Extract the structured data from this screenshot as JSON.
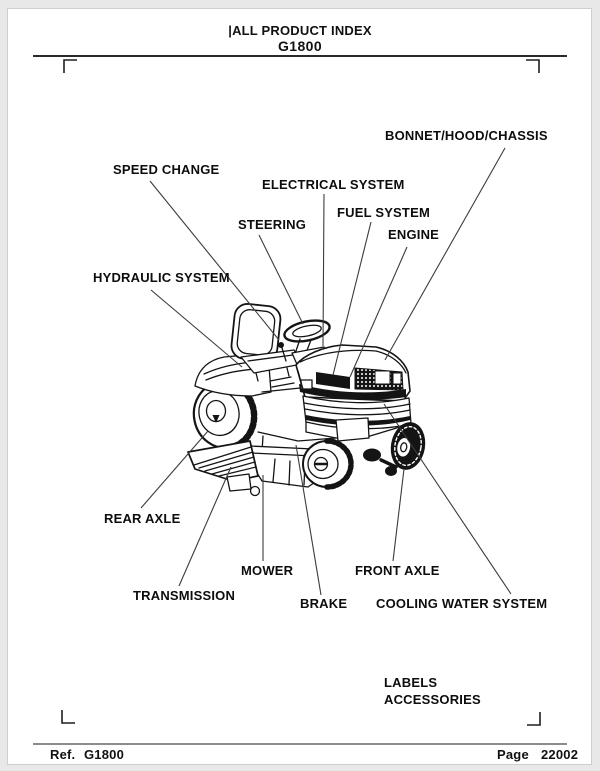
{
  "header": {
    "title": "|ALL PRODUCT INDEX",
    "model": "G1800"
  },
  "footer": {
    "ref_label": "Ref.",
    "ref_value": "G1800",
    "page_label": "Page",
    "page_value": "22002"
  },
  "labels": [
    {
      "id": "speed-change",
      "text": "SPEED CHANGE"
    },
    {
      "id": "electrical-system",
      "text": "ELECTRICAL SYSTEM"
    },
    {
      "id": "steering",
      "text": "STEERING"
    },
    {
      "id": "fuel-system",
      "text": "FUEL SYSTEM"
    },
    {
      "id": "engine",
      "text": "ENGINE"
    },
    {
      "id": "bonnet-hood-chassis",
      "text": "BONNET/HOOD/CHASSIS"
    },
    {
      "id": "hydraulic-system",
      "text": "HYDRAULIC SYSTEM"
    },
    {
      "id": "rear-axle",
      "text": "REAR AXLE"
    },
    {
      "id": "transmission",
      "text": "TRANSMISSION"
    },
    {
      "id": "mower",
      "text": "MOWER"
    },
    {
      "id": "brake",
      "text": "BRAKE"
    },
    {
      "id": "front-axle",
      "text": "FRONT AXLE"
    },
    {
      "id": "cooling-water-system",
      "text": "COOLING WATER SYSTEM"
    },
    {
      "id": "labels",
      "text": "LABELS"
    },
    {
      "id": "accessories",
      "text": "ACCESSORIES"
    }
  ],
  "illustration": {
    "name": "lawn-tractor-line-art"
  },
  "colors": {
    "ink": "#141414",
    "page": "#ffffff",
    "surround": "#e8e8e8",
    "footer_rule": "#8c8c8c"
  }
}
